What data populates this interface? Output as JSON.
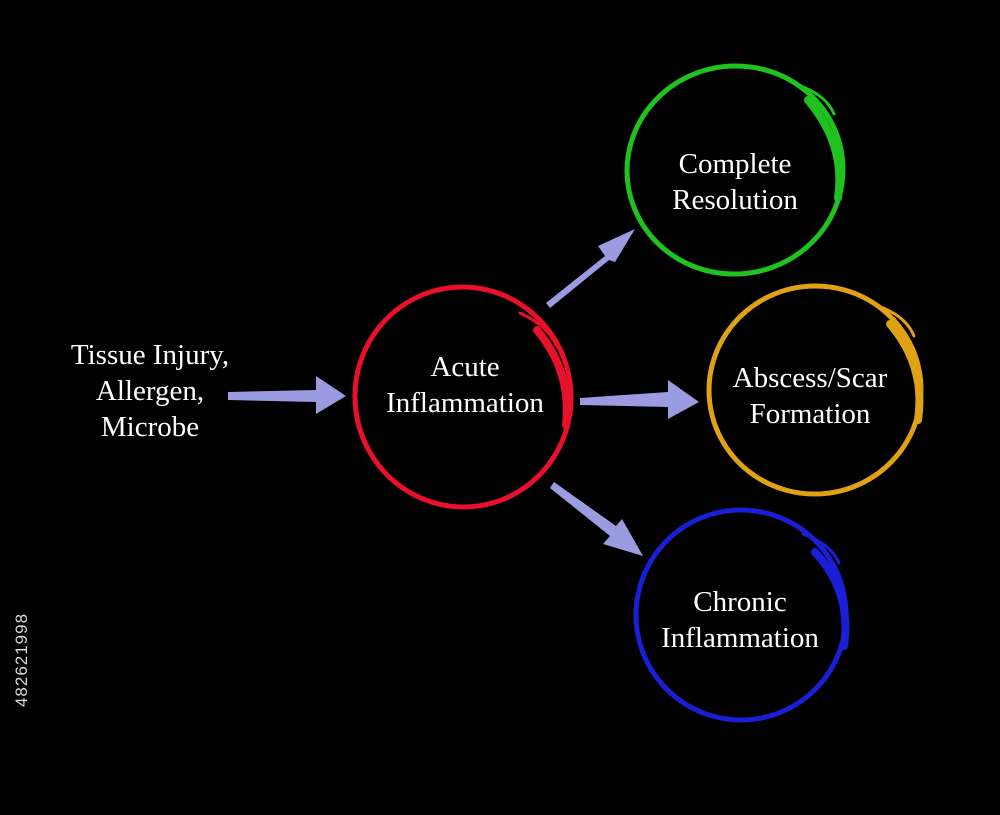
{
  "diagram": {
    "input": {
      "lines": [
        "Tissue Injury,",
        "Allergen,",
        "Microbe"
      ]
    },
    "center": {
      "lines": [
        "Acute",
        "Inflammation"
      ],
      "color": "#e8102b"
    },
    "outcomes": [
      {
        "id": "complete",
        "lines": [
          "Complete",
          "Resolution"
        ],
        "color": "#1fc21f"
      },
      {
        "id": "abscess",
        "lines": [
          "Abscess/Scar",
          "Formation"
        ],
        "color": "#e0a114"
      },
      {
        "id": "chronic",
        "lines": [
          "Chronic",
          "Inflammation"
        ],
        "color": "#1a1fd6"
      }
    ],
    "arrow_color": "#9b9be2",
    "background": "#000000",
    "text_color": "#ffffff"
  },
  "watermark": {
    "stock_id": "482621998"
  }
}
